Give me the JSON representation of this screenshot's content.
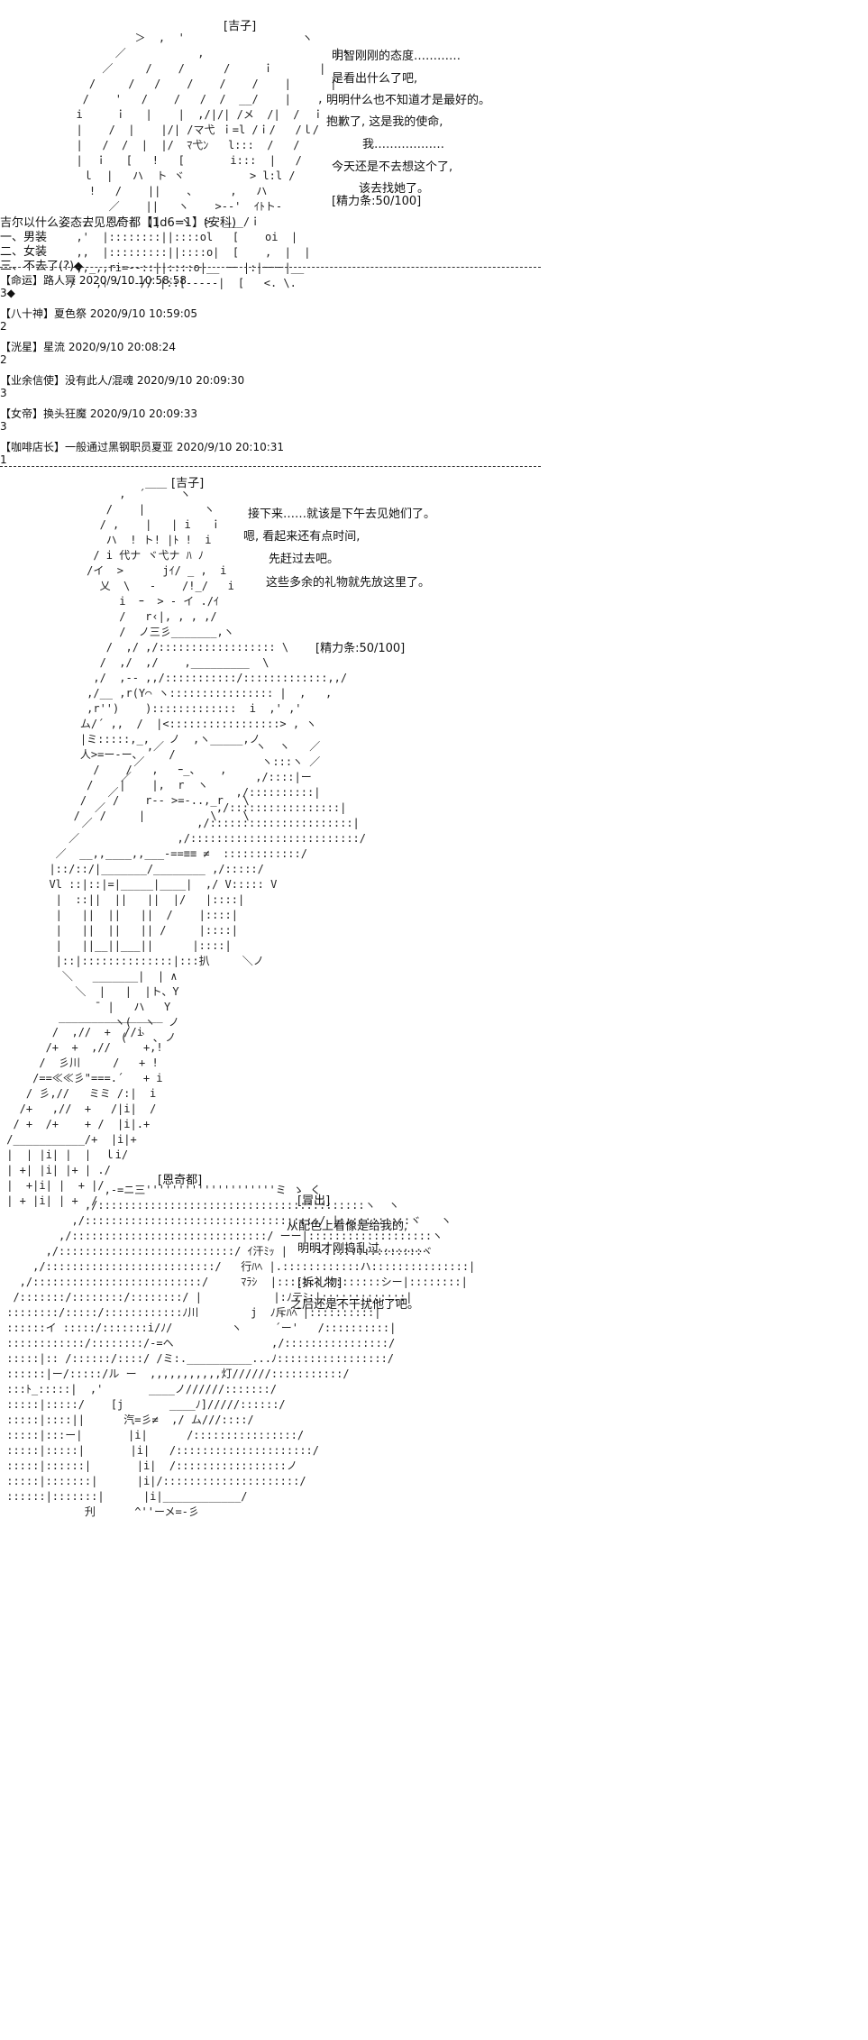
{
  "panel1": {
    "name": "[吉子]",
    "lines": [
      "明智刚刚的态度…………",
      "是看出什么了吧,",
      "明明什么也不知道才是最好的。",
      "抱歉了, 这是我的使命,",
      "我………………",
      "今天还是不去想这个了,",
      "该去找她了。",
      "[精力条:50/100]"
    ]
  },
  "vote": {
    "question": "吉尔以什么姿态去见恩奇都【1d6=1】(安科)",
    "options": [
      "一、男装",
      "二、女装",
      "三、不去了(?)◆"
    ]
  },
  "posts": [
    {
      "header": "【命运】路人冥 2020/9/10 10:58:58",
      "value": "3◆"
    },
    {
      "header": "【八十神】夏色祭 2020/9/10 10:59:05",
      "value": "2"
    },
    {
      "header": "【洸星】星流 2020/9/10 20:08:24",
      "value": "2"
    },
    {
      "header": "【业余信使】没有此人/混魂 2020/9/10 20:09:30",
      "value": "3"
    },
    {
      "header": "【女帝】换头狂魔 2020/9/10 20:09:33",
      "value": "3"
    },
    {
      "header": "【咖啡店长】一般通过黑钢职员夏亚 2020/9/10 20:10:31",
      "value": "1"
    }
  ],
  "panel2": {
    "name": "[吉子]",
    "lines": [
      "接下来……就该是下午去见她们了。",
      "嗯, 看起来还有点时间,",
      "先赶过去吧。",
      "这些多余的礼物就先放这里了。",
      "[精力条:50/100]"
    ]
  },
  "panel3": {
    "name": "[恩奇都]",
    "tag1": "[冒出]",
    "lines1": [
      "从配色上看像是给我的,",
      "明明才刚捣乱过…………"
    ],
    "tag2": "[拆礼物]",
    "lines2": [
      "之后还是不干扰他了吧。"
    ]
  }
}
